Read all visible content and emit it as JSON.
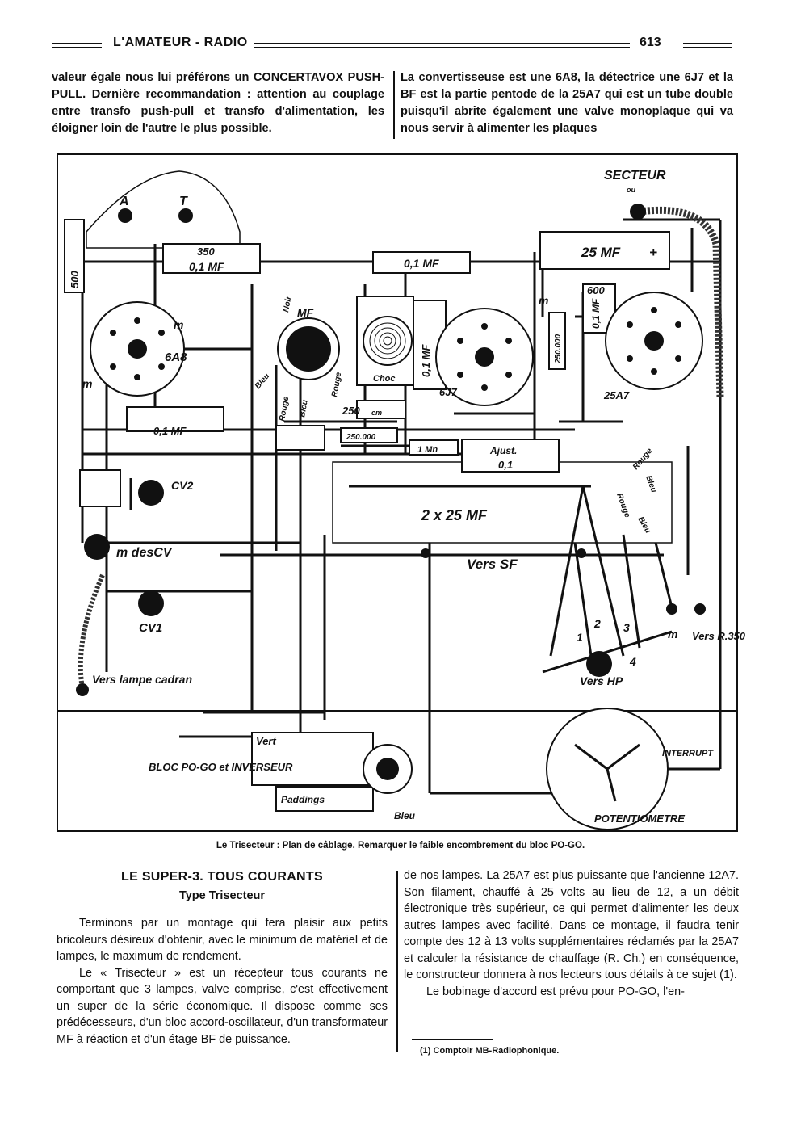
{
  "header": {
    "title": "L'AMATEUR - RADIO",
    "page_number": "613"
  },
  "top_text": {
    "left": "valeur égale nous lui préférons un CONCERTAVOX PUSH-PULL. Dernière recommandation : attention au couplage entre transfo push-pull et transfo d'alimentation, les éloigner loin de l'autre le plus possible.",
    "right": "La convertisseuse est une 6A8, la détectrice une 6J7 et la BF est la partie pentode de la 25A7 qui est un tube double puisqu'il abrite également une valve monoplaque qui va nous servir à alimenter les plaques"
  },
  "figure": {
    "labels": {
      "secteur": "SECTEUR",
      "ou": "ou",
      "a": "A",
      "t": "T",
      "r500": "500",
      "r350": "350",
      "c01_top": "0,1 MF",
      "c01_mid": "0,1 MF",
      "c25": "25 MF",
      "plus": "+",
      "r600": "600",
      "c01_right": "0,1 MF",
      "m": "m",
      "tube_6a8": "6A8",
      "mf": "MF",
      "noir": "Noir",
      "bleu": "Bleu",
      "rouge": "Rouge",
      "choc": "Choc",
      "c01_choc": "0,1 MF",
      "r250000_v": "250.000",
      "tube_6j7": "6J7",
      "tube_25a7": "25A7",
      "c01_left": "0,1 MF",
      "r250": "250",
      "cm": "cm",
      "r250000_h": "250.000",
      "r1m": "1 Mn",
      "ajust": "Ajust.",
      "ajust_val": "0,1",
      "cv2": "CV2",
      "c2x25": "2 x 25 MF",
      "m_des_cv": "m desCV",
      "vers_sf": "Vers SF",
      "cv1": "CV1",
      "n1": "1",
      "n2": "2",
      "n3": "3",
      "n4": "4",
      "vers_hp": "Vers HP",
      "vers_r350": "Vers R.350",
      "vers_lampe": "Vers lampe cadran",
      "vert": "Vert",
      "bloc": "BLOC PO-GO et INVERSEUR",
      "paddings": "Paddings",
      "interrupt": "INTERRUPT",
      "potentiometre": "POTENTIOMETRE"
    }
  },
  "caption": "Le Trisecteur : Plan de câblage. Remarquer le faible encombrement du bloc PO-GO.",
  "section": {
    "title": "LE SUPER-3. TOUS COURANTS",
    "subtitle": "Type Trisecteur",
    "p1": "Terminons par un montage qui fera plaisir aux petits bricoleurs désireux d'obtenir, avec le minimum de matériel et de lampes, le maximum de rendement.",
    "p2": "Le « Trisecteur » est un récepteur tous courants ne comportant que 3 lampes, valve comprise, c'est effectivement un super de la série économique. Il dispose comme ses prédécesseurs, d'un bloc accord-oscillateur, d'un transformateur MF à réaction et d'un étage BF de puissance.",
    "p3": "de nos lampes. La 25A7 est plus puissante que l'ancienne 12A7. Son filament, chauffé à 25 volts au lieu de 12, a un débit électronique très supérieur, ce qui permet d'alimenter les deux autres lampes avec facilité. Dans ce montage, il faudra tenir compte des 12 à 13 volts supplémentaires réclamés par la 25A7 et calculer la résistance de chauffage (R. Ch.) en conséquence, le constructeur donnera à nos lecteurs tous détails à ce sujet (1).",
    "p4": "Le bobinage d'accord est prévu pour PO-GO, l'en-",
    "footnote": "(1) Comptoir MB-Radiophonique."
  }
}
